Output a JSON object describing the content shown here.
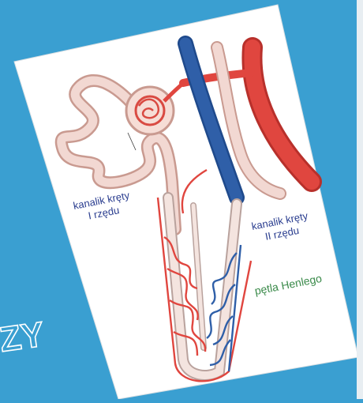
{
  "labels": {
    "first_tubule_line1": "kanalik kręty",
    "first_tubule_line2": "I rzędu",
    "second_tubule_line1": "kanalik kręty",
    "second_tubule_line2": "II rzędu",
    "loop": "pętla Henlego",
    "corner_letters": "ZY"
  },
  "colors": {
    "background": "#3a9fd1",
    "card": "#ffffff",
    "artery": "#e0463f",
    "vein": "#2f5fa8",
    "tubule_fill": "#f2d8d2",
    "tubule_stroke": "#c99a90",
    "label_blue": "#2a3d8f",
    "label_green": "#3a8a4a"
  }
}
